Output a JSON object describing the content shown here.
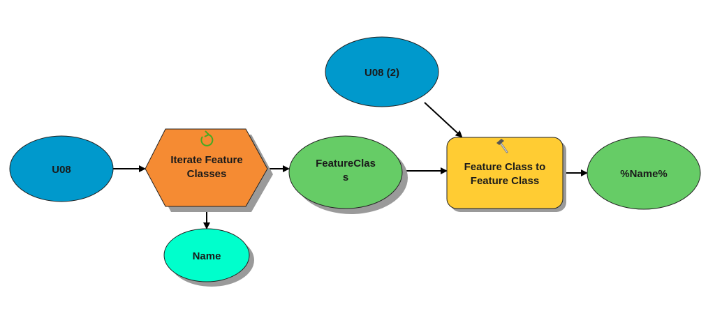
{
  "diagram": {
    "title": "",
    "colors": {
      "input_data": "#0099cc",
      "tool": "#ffcc33",
      "iterator": "#f58b33",
      "derived_data": "#66cc66",
      "iterator_output": "#00ffcc",
      "iterate_icon": "#44aa22"
    },
    "nodes": [
      {
        "id": "u08",
        "label_lines": [
          "U08"
        ],
        "kind": "input-data",
        "shape": "ellipse"
      },
      {
        "id": "iterate",
        "label_lines": [
          "Iterate Feature",
          "Classes"
        ],
        "kind": "iterator",
        "shape": "hexagon",
        "icon": "iterate-icon"
      },
      {
        "id": "name",
        "label_lines": [
          "Name"
        ],
        "kind": "iterator-output",
        "shape": "ellipse"
      },
      {
        "id": "featureclass",
        "label_lines": [
          "FeatureClas",
          "s"
        ],
        "kind": "derived-data",
        "shape": "ellipse"
      },
      {
        "id": "u08_2",
        "label_lines": [
          "U08 (2)"
        ],
        "kind": "input-data",
        "shape": "ellipse"
      },
      {
        "id": "fc2fc",
        "label_lines": [
          "Feature Class to",
          "Feature Class"
        ],
        "kind": "tool",
        "shape": "rounded-rect",
        "icon": "hammer-icon"
      },
      {
        "id": "output",
        "label_lines": [
          "%Name%"
        ],
        "kind": "derived-data",
        "shape": "ellipse"
      }
    ],
    "edges": [
      {
        "from": "u08",
        "to": "iterate"
      },
      {
        "from": "iterate",
        "to": "featureclass"
      },
      {
        "from": "iterate",
        "to": "name"
      },
      {
        "from": "featureclass",
        "to": "fc2fc"
      },
      {
        "from": "u08_2",
        "to": "fc2fc"
      },
      {
        "from": "fc2fc",
        "to": "output"
      }
    ]
  }
}
